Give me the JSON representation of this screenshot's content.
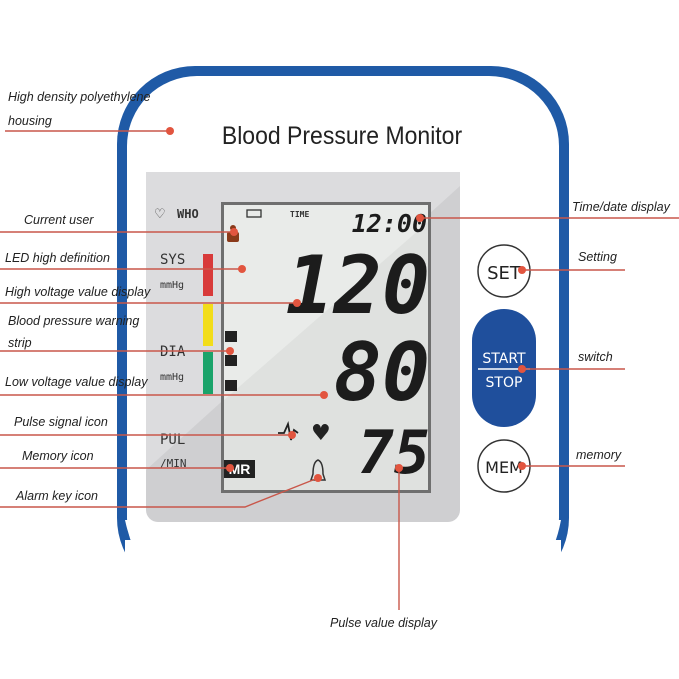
{
  "title": "Blood Pressure Monitor",
  "colors": {
    "housing_border": "#1f5aa6",
    "button_blue": "#1f4f9c",
    "leader_line": "#c9574a",
    "strip_red": "#d83a3a",
    "strip_yellow": "#f2dd1a",
    "strip_green": "#1aa36a"
  },
  "display": {
    "who": "WHO",
    "time_label": "TIME",
    "time": "12:00",
    "sys_label": "SYS",
    "sys_unit": "mmHg",
    "dia_label": "DIA",
    "dia_unit": "mmHg",
    "pul_label": "PUL",
    "pul_unit": "/MIN",
    "systolic": "120",
    "diastolic": "80",
    "pulse": "75",
    "memory_badge": "MR"
  },
  "buttons": {
    "set": "SET",
    "start": "START",
    "stop": "STOP",
    "mem": "MEM"
  },
  "callouts_left": {
    "housing_1": "High density polyethylene",
    "housing_2": "housing",
    "current_user": "Current user",
    "led": "LED high definition",
    "high_voltage": "High voltage value display",
    "warning_1": "Blood pressure warning",
    "warning_2": "strip",
    "low_voltage": "Low voltage value display",
    "pulse_signal": "Pulse signal icon",
    "memory_icon": "Memory icon",
    "alarm": "Alarm key icon"
  },
  "callouts_right": {
    "time_date": "Time/date display",
    "setting": "Setting",
    "switch": "switch",
    "memory": "memory"
  },
  "callout_bottom": {
    "pulse_value": "Pulse value display"
  }
}
